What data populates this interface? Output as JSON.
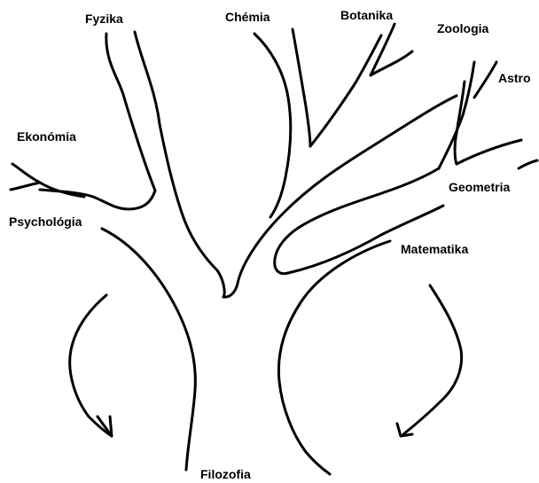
{
  "labels": {
    "fyzika": "Fyzika",
    "chemia": "Chémia",
    "botanika": "Botanika",
    "zoologia": "Zoologia",
    "astro": "Astro",
    "ekonomia": "Ekonómia",
    "psychologia": "Psychológia",
    "geometria": "Geometria",
    "matematika": "Matematika",
    "filozofia": "Filozofia"
  },
  "colors": {
    "background": "#ffffff",
    "ink": "#000000"
  }
}
